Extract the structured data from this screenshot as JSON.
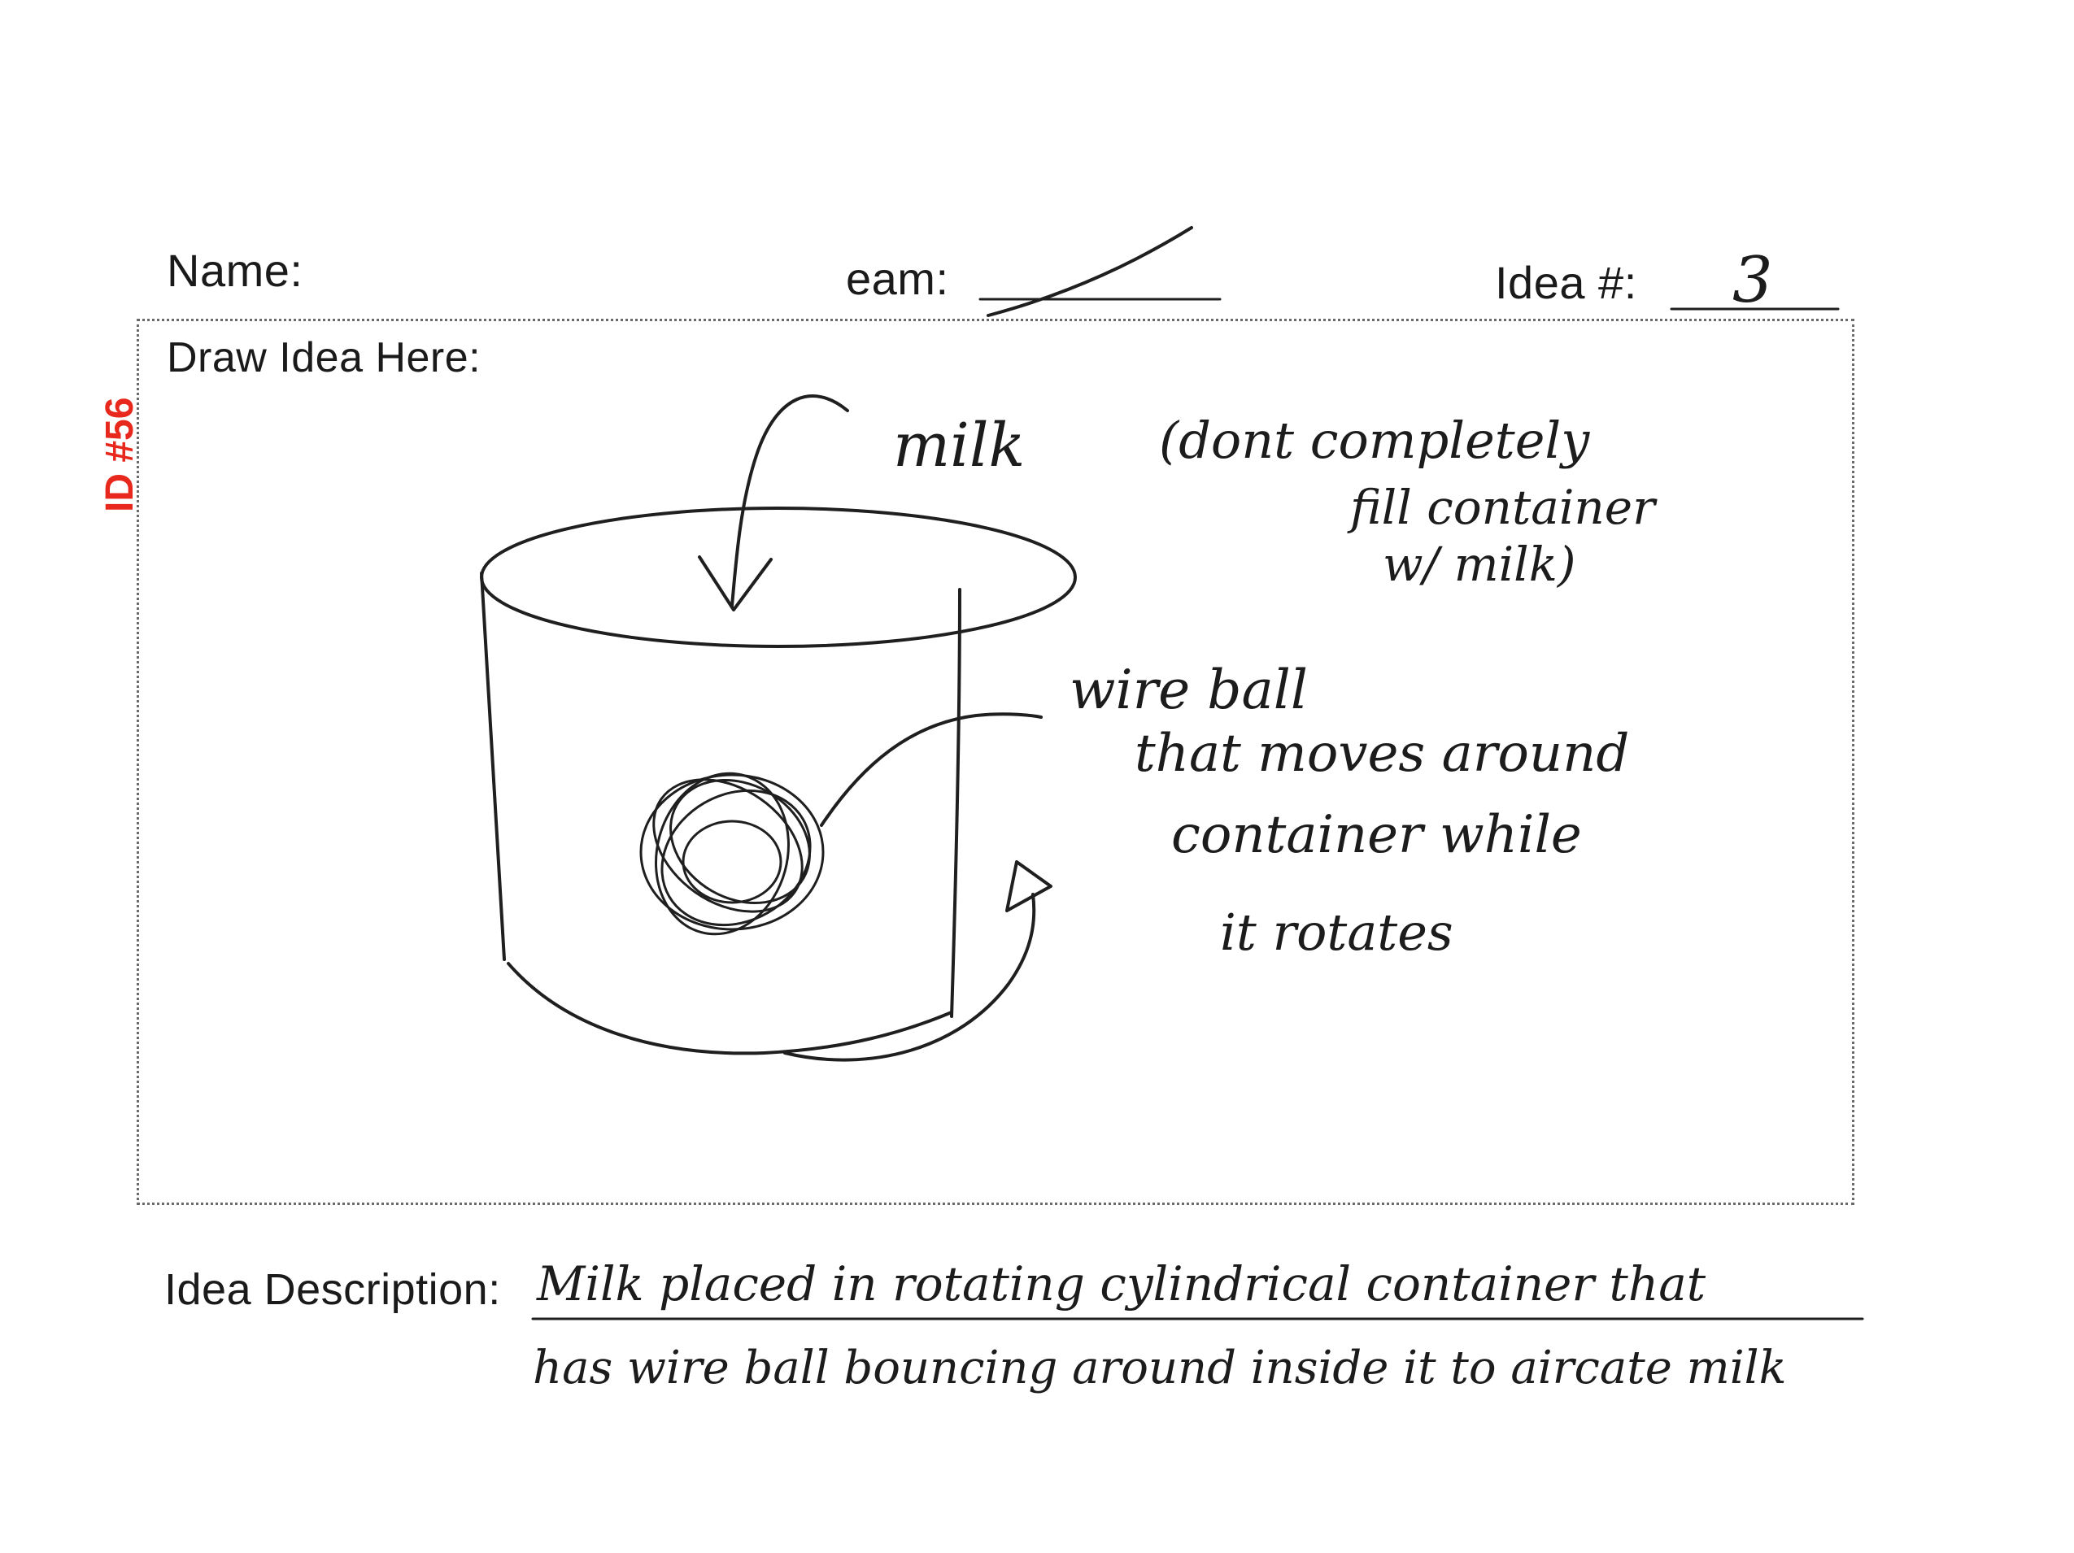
{
  "form": {
    "name_label": "Name:",
    "team_label": "eam:",
    "idea_number_label": "Idea #:",
    "idea_number_value": "3",
    "draw_label": "Draw Idea Here:",
    "description_label": "Idea Description:"
  },
  "stamp": {
    "id_text": "ID #56"
  },
  "sketch_notes": {
    "milk": "milk",
    "fill_note_1": "(dont completely",
    "fill_note_2": "fill container",
    "fill_note_3": "w/ milk)",
    "ball_note_1": "wire ball",
    "ball_note_2": "that moves around",
    "ball_note_3": "container while",
    "ball_note_4": "it rotates"
  },
  "description": {
    "line_1": "Milk placed in rotating cylindrical container that",
    "line_2": "has wire ball bouncing around inside it to aircate milk"
  }
}
